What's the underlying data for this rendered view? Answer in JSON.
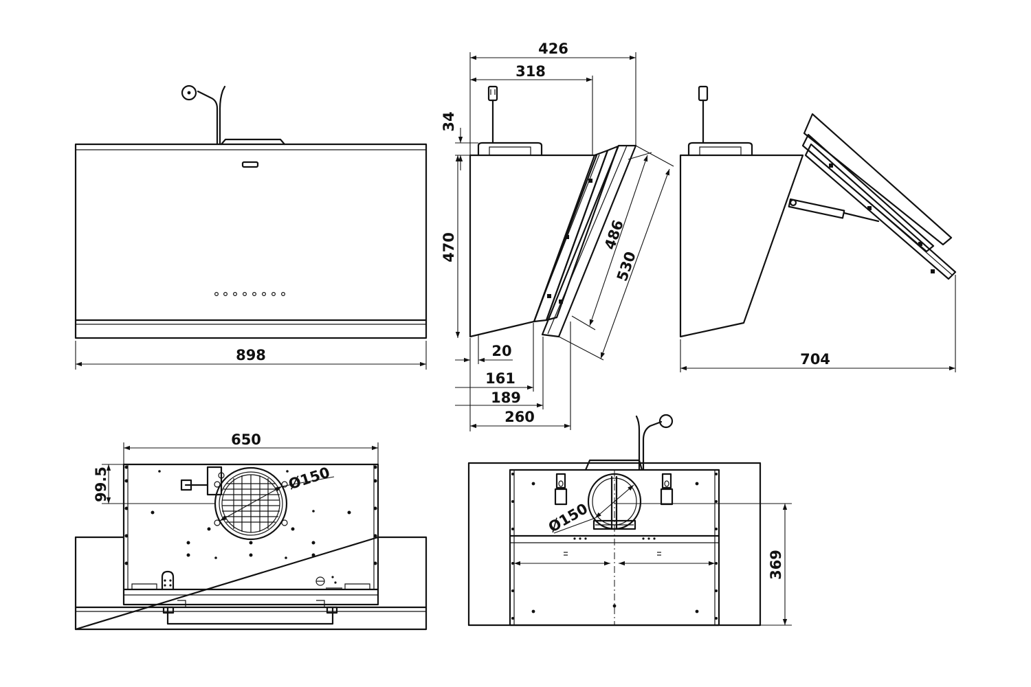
{
  "colors": {
    "line": "#111111",
    "background": "#ffffff"
  },
  "dimensions": {
    "front_width": "898",
    "side_depth_top": "426",
    "side_depth_fan": "318",
    "cable_height": "34",
    "side_height": "470",
    "panel_height": "486",
    "panel_length": "530",
    "bottom_20": "20",
    "bottom_161": "161",
    "bottom_189": "189",
    "bottom_260": "260",
    "open_depth": "704",
    "plan_width": "650",
    "plan_offset": "99.5",
    "duct_diameter_plan": "Ø150",
    "duct_diameter_back": "Ø150",
    "back_height": "369"
  }
}
